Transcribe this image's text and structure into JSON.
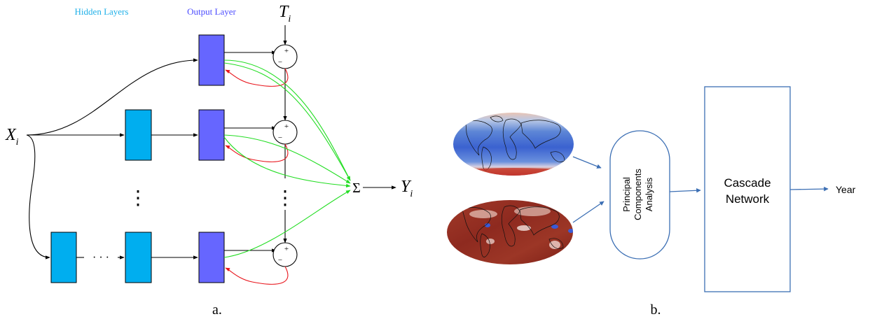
{
  "panel_a": {
    "legend_hidden": "Hidden Layers",
    "legend_output": "Output Layer",
    "input_label": "X",
    "input_sub": "i",
    "target_label": "T",
    "target_sub": "i",
    "output_label": "Y",
    "output_sub": "i",
    "sum_symbol": "Σ",
    "plus_sign": "+",
    "minus_sign": "−",
    "vdots": "⋮",
    "hdots": "· · ·",
    "caption": "a.",
    "colors": {
      "hidden": "#00aeef",
      "output": "#6666ff",
      "feedback": "#e8141b",
      "combine": "#22dd22",
      "legend_hidden": "#1fb0e8",
      "legend_output": "#4d4dff"
    }
  },
  "panel_b": {
    "pca_label_1": "Principal",
    "pca_label_2": "Components",
    "pca_label_3": "Analysis",
    "network_label_1": "Cascade",
    "network_label_2": "Network",
    "output_label": "Year",
    "caption": "b.",
    "maps": [
      "temperature-map",
      "precipitation-map"
    ],
    "colors": {
      "box_border": "#3c6fb4",
      "arrow": "#3c6fb4"
    }
  }
}
